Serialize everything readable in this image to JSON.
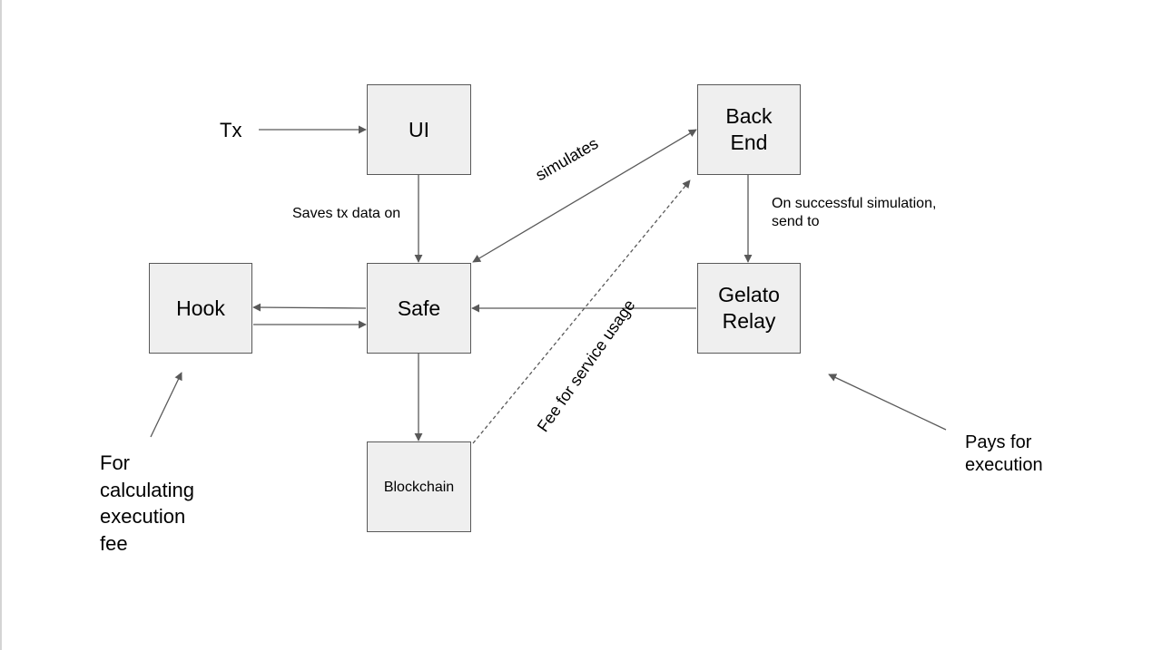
{
  "colors": {
    "node_fill": "#efefef",
    "node_border": "#595959",
    "arrow": "#595959",
    "text": "#000000"
  },
  "nodes": {
    "ui": "UI",
    "back_end": "Back\nEnd",
    "hook": "Hook",
    "safe": "Safe",
    "gelato_relay": "Gelato\nRelay",
    "blockchain": "Blockchain"
  },
  "labels": {
    "tx": "Tx",
    "saves_tx": "Saves tx data on",
    "simulates": "simulates",
    "on_success": "On successful simulation,\nsend to",
    "fee": "Fee for service usage",
    "hook_note": "For\ncalculating\nexecution\nfee",
    "relay_note": "Pays for\nexecution"
  }
}
